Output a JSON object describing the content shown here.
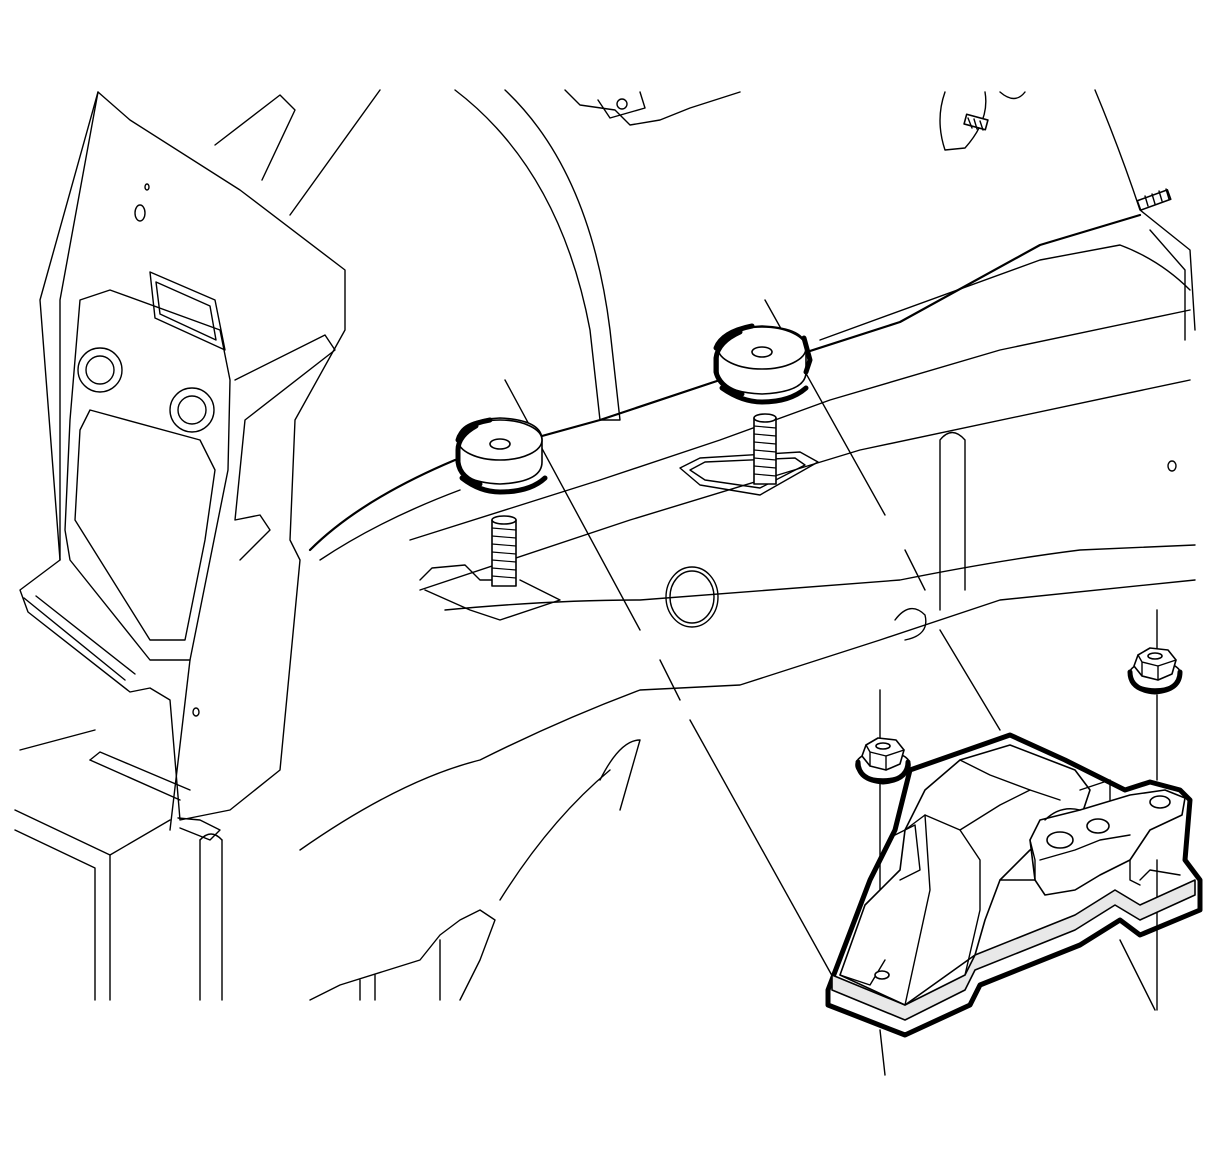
{
  "diagram": {
    "type": "technical-line-illustration",
    "subject": "engine-mount-installation",
    "labels": [],
    "components": [
      "left-body-panel",
      "upper-wheelhouse-panel",
      "frame-rail",
      "left-washer-upper",
      "left-washer-lower",
      "left-stud",
      "right-washer-upper",
      "right-washer-lower",
      "right-stud",
      "engine-mount-bracket",
      "mount-arm",
      "left-nut",
      "right-nut"
    ],
    "colors": {
      "line": "#000000",
      "background": "#ffffff",
      "shade": "#e8e8e8"
    }
  }
}
